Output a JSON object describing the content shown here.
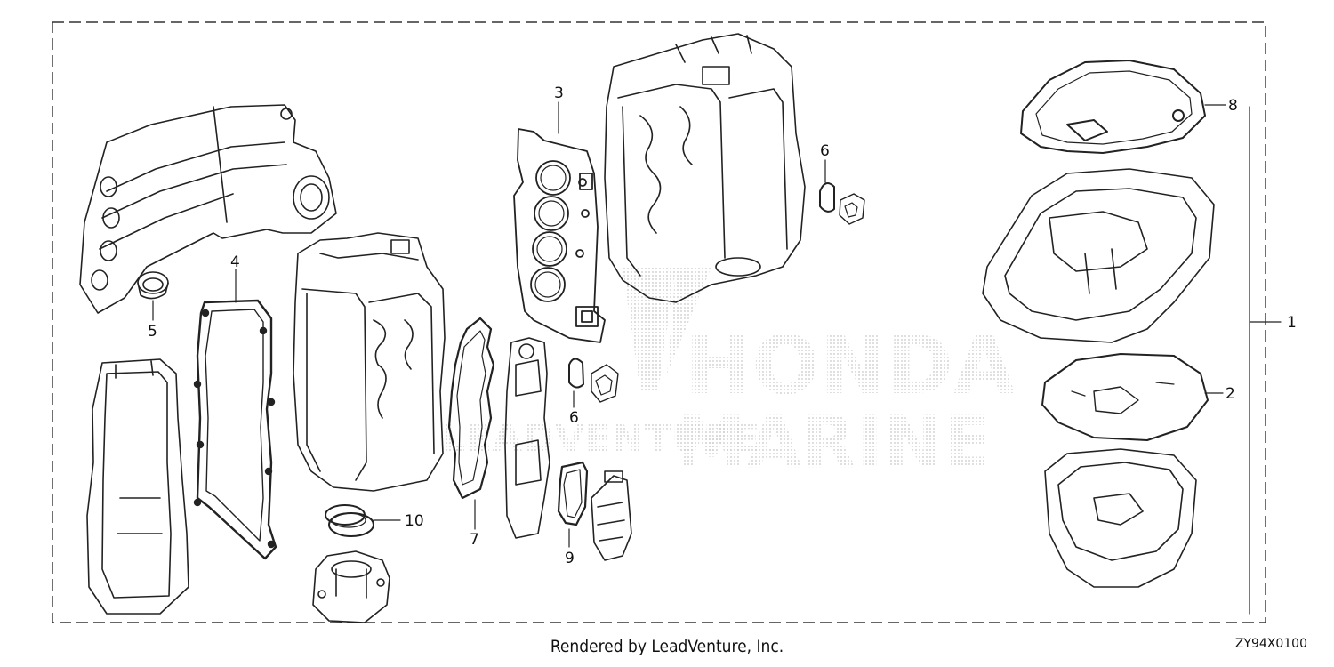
{
  "diagram": {
    "callouts": [
      {
        "id": "1",
        "label": "1"
      },
      {
        "id": "2",
        "label": "2"
      },
      {
        "id": "3",
        "label": "3"
      },
      {
        "id": "4",
        "label": "4"
      },
      {
        "id": "5",
        "label": "5"
      },
      {
        "id": "6a",
        "label": "6"
      },
      {
        "id": "6b",
        "label": "6"
      },
      {
        "id": "7",
        "label": "7"
      },
      {
        "id": "8",
        "label": "8"
      },
      {
        "id": "9",
        "label": "9"
      },
      {
        "id": "10",
        "label": "10"
      }
    ]
  },
  "watermark": {
    "line1": "HONDA",
    "line2": "MARINE",
    "line3": "LEADVENTURE"
  },
  "footer": {
    "credit": "Rendered by LeadVenture, Inc.",
    "diagram_code": "ZY94X0100"
  }
}
